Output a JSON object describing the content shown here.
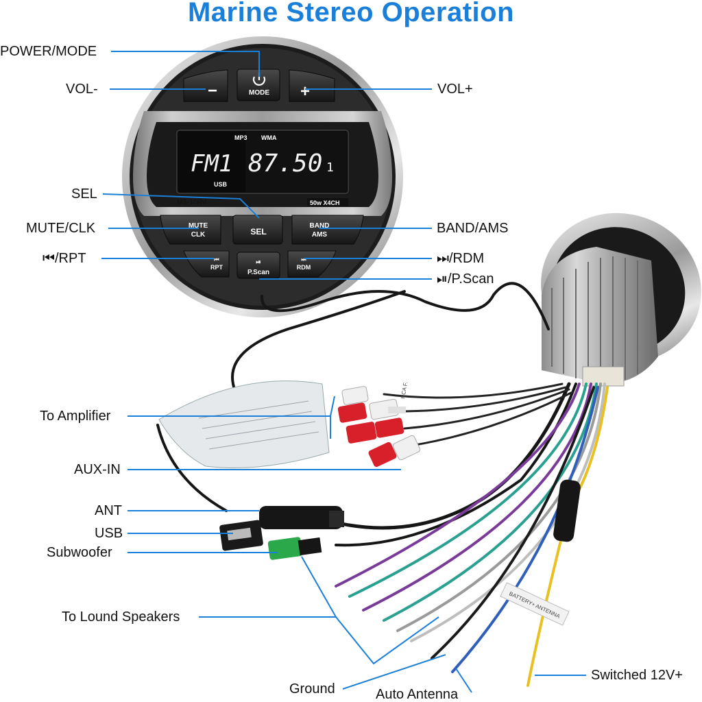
{
  "title": "Marine Stereo Operation",
  "device": {
    "display": {
      "mp3": "MP3",
      "wma": "WMA",
      "band": "FM1",
      "freq": "87.50",
      "ch": "1",
      "usb": "USB"
    },
    "model": "MS-10RV",
    "badge": "50w X4CH",
    "buttons": {
      "mode": "MODE",
      "minus": "−",
      "plus": "+",
      "mute": "MUTE",
      "clk": "CLK",
      "sel": "SEL",
      "band": "BAND",
      "ams": "AMS",
      "rpt": "RPT",
      "pscan": "P.Scan",
      "rdm": "RDM"
    },
    "cable_tags": {
      "rca": "RCA F.",
      "antenna": "BATTERY+ ANTENNA"
    }
  },
  "labels": {
    "power_mode": "POWER/MODE",
    "vol_minus": "VOL-",
    "vol_plus": "VOL+",
    "sel": "SEL",
    "mute_clk": "MUTE/CLK",
    "band_ams": "BAND/AMS",
    "prev_rpt": "⏮/RPT",
    "next_rdm": "⏭/RDM",
    "play_pscan": "⏯/P.Scan",
    "to_amplifier": "To Amplifier",
    "aux_in": "AUX-IN",
    "ant": "ANT",
    "usb": "USB",
    "subwoofer": "Subwoofer",
    "to_speakers": "To Lound Speakers",
    "ground": "Ground",
    "auto_antenna": "Auto Antenna",
    "switched_12v": "Switched 12V+"
  },
  "colors": {
    "title": "#1a7fd8",
    "leader": "#1a7fd8",
    "device_bezel": "#2a2a2a",
    "chrome": "#c8c8c8",
    "lcd_bg": "#0a0a0a",
    "rca_red": "#d8202a",
    "rca_white": "#f0f0f0",
    "wire_purple": "#7a3a9a",
    "wire_green": "#2aa090",
    "wire_blue": "#2f5fb8",
    "wire_yellow": "#e8c020",
    "wire_gray": "#9a9a9a",
    "sub_green": "#2aa84a"
  }
}
